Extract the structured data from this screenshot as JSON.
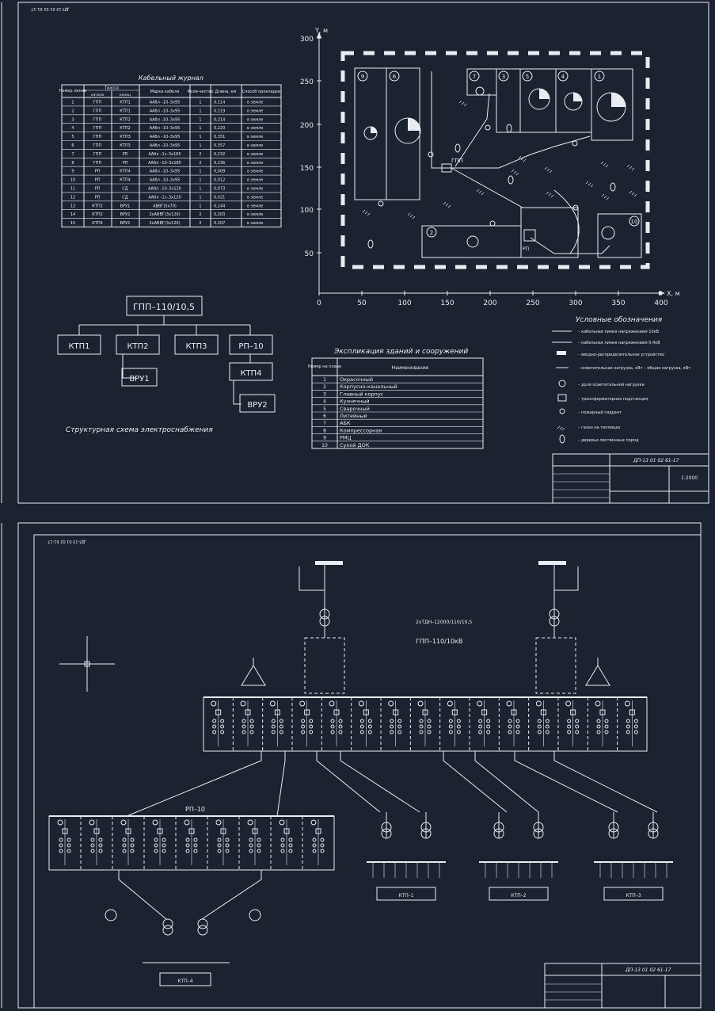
{
  "sheet1": {
    "stamp_code": "ДП-13 01 02 61-17",
    "cable_journal": {
      "title": "Кабельный журнал",
      "headers": [
        "Номер линии",
        "Трасса",
        "Марка кабеля",
        "Коли-чество",
        "Длина, км",
        "Способ прокладки"
      ],
      "sub_headers": [
        "начало",
        "конец"
      ],
      "rows": [
        [
          "1",
          "ГПП",
          "КТП1",
          "ААбл –10–3х95",
          "1",
          "0,114",
          "в земле"
        ],
        [
          "2",
          "ГПП",
          "КТП1",
          "ААбл –10–3х95",
          "1",
          "0,119",
          "в земле"
        ],
        [
          "3",
          "ГПП",
          "КТП2",
          "ААбл –10–3х95",
          "1",
          "0,214",
          "в земле"
        ],
        [
          "4",
          "ГПП",
          "КТП2",
          "ААбл –10–3х95",
          "1",
          "0,220",
          "в земле"
        ],
        [
          "5",
          "ГПП",
          "КТП3",
          "ААбл –10–3х95",
          "1",
          "0,351",
          "в земле"
        ],
        [
          "6",
          "ГПП",
          "КТП3",
          "ААбл –10–3х95",
          "1",
          "0,357",
          "в земле"
        ],
        [
          "7",
          "ГПП",
          "РП",
          "ААбл –1с–3х185",
          "2",
          "0,232",
          "в земле"
        ],
        [
          "8",
          "ГПП",
          "РП",
          "ААбл –10–3х185",
          "2",
          "0,236",
          "в земле"
        ],
        [
          "9",
          "РП",
          "КТП4",
          "ААбл –10–3х95",
          "1",
          "0,009",
          "в земле"
        ],
        [
          "10",
          "РП",
          "КТП4",
          "ААбл –10–3х95",
          "1",
          "0,012",
          "в земле"
        ],
        [
          "11",
          "РП",
          "СД",
          "ААбл –10–3х120",
          "1",
          "0,073",
          "в земле"
        ],
        [
          "12",
          "РП",
          "СД",
          "ААбл –1с–3х120",
          "1",
          "0,021",
          "в земле"
        ],
        [
          "13",
          "КТП2",
          "ВРУ1",
          "АВВГ(5х70)",
          "1",
          "0,144",
          "в земле"
        ],
        [
          "14",
          "КТП2",
          "ВРУ2",
          "2хАВВГ(3х120)",
          "2",
          "0,203",
          "в земле"
        ],
        [
          "15",
          "КТП4",
          "ВРУ2",
          "2хАВВГ(3х120)",
          "2",
          "0,207",
          "в земле"
        ]
      ]
    },
    "site_plan": {
      "y_label": "Y, м",
      "x_label": "X, м",
      "y_ticks": [
        "300",
        "250",
        "200",
        "150",
        "100",
        "50"
      ],
      "x_ticks": [
        "0",
        "50",
        "100",
        "150",
        "200",
        "250",
        "300",
        "350",
        "400"
      ],
      "gpp_label": "ГПП",
      "rp_label": "РП",
      "building_numbers": [
        "9",
        "6",
        "7",
        "3",
        "5",
        "4",
        "1",
        "2",
        "10"
      ]
    },
    "structure": {
      "root": "ГПП–110/10,5",
      "level1": [
        "КТП1",
        "КТП2",
        "КТП3",
        "РП–10"
      ],
      "vru1": "ВРУ1",
      "ktp4": "КТП4",
      "vru2": "ВРУ2",
      "caption": "Структурная схема электроснабжения"
    },
    "explication": {
      "title": "Экспликация зданий и сооружений",
      "header_num": "Номер на плане",
      "header_name": "Наименование",
      "rows": [
        [
          "1",
          "Окрасочный"
        ],
        [
          "2",
          "Корпусно-канальный"
        ],
        [
          "3",
          "Главный корпус"
        ],
        [
          "4",
          "Кузнечный"
        ],
        [
          "5",
          "Сварочный"
        ],
        [
          "6",
          "Литейный"
        ],
        [
          "7",
          "АБК"
        ],
        [
          "8",
          "Компрессорная"
        ],
        [
          "9",
          "РМЦ"
        ],
        [
          "10",
          "Сухой ДОК"
        ]
      ]
    },
    "legend": {
      "title": "Условные обозначения",
      "items": [
        "– кабельная линия напряжением 10кВ",
        "– кабельная линия напряжением 0,4кВ",
        "– вводно-распределительное устройство",
        "– осветительная нагрузка, кВт – общая нагрузка, кВт",
        "– доля осветительной нагрузки",
        "– трансформаторная подстанция",
        "– пожарный гидрант",
        "– газон на теплицах",
        "– деревья лиственных пород"
      ]
    },
    "stamp_scale": "1:2000"
  },
  "sheet2": {
    "stamp_code": "ДП-13 01 02 61-17",
    "gpp_title": "ГПП–110/10кВ",
    "transformer_label": "2хТДН–12000/110/10,5",
    "rp_title": "РП–10",
    "ktp_boxes": [
      "КТП–1",
      "КТП–2",
      "КТП–3"
    ],
    "ktp4_box": "КТП–4"
  },
  "colors": {
    "background": "#1b2230",
    "lines": "#e9edf2"
  }
}
